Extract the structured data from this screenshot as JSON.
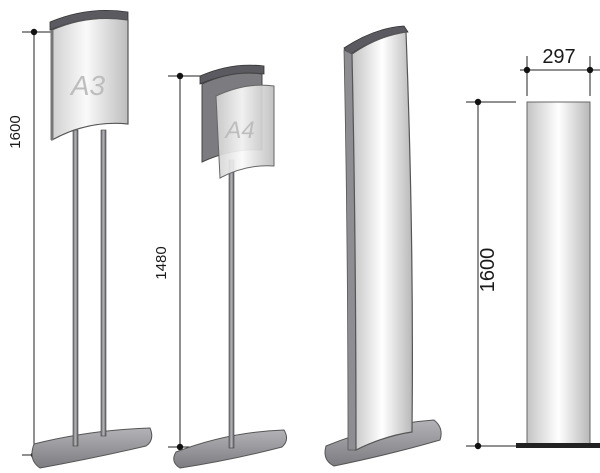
{
  "stands": [
    {
      "id": "a3-stand",
      "sign_label": "A3",
      "height_label": "1600"
    },
    {
      "id": "a4-stand",
      "sign_label": "A4",
      "height_label": "1480"
    },
    {
      "id": "totem-stand"
    },
    {
      "id": "totem-front",
      "height_label": "1600",
      "width_label": "297"
    }
  ],
  "colors": {
    "frame": "#6f6f74",
    "panel_light": "#f4f4f4",
    "panel_dark": "#bdbdbd",
    "pole": "#8a8a8e",
    "base": "#9a9a9e"
  }
}
